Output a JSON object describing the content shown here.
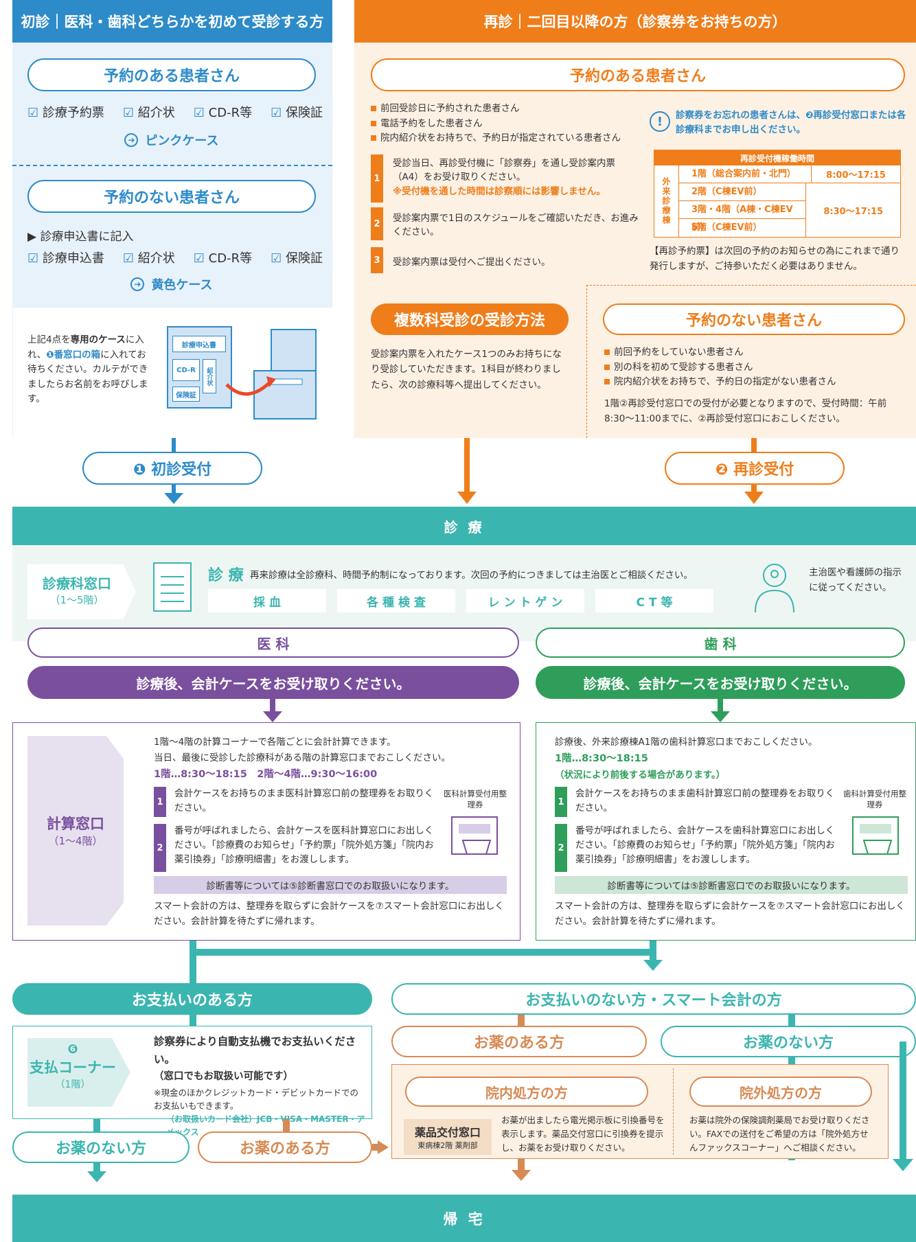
{
  "colors": {
    "blue": "#2d8bc9",
    "orange": "#ef7d1a",
    "teal": "#3bb5b0",
    "purple": "#7a4f9e",
    "green": "#2e9e5a",
    "tan": "#d68a54"
  },
  "first": {
    "header": "初診｜医科・歯科どちらかを初めて受診する方",
    "reserved": {
      "title": "予約のある患者さん",
      "items": [
        "診療予約票",
        "紹介状",
        "CD-R等",
        "保険証"
      ],
      "case": "ピンクケース"
    },
    "unreserved": {
      "title": "予約のない患者さん",
      "note": "▶ 診療申込書に記入",
      "items": [
        "診療申込書",
        "紹介状",
        "CD-R等",
        "保険証"
      ],
      "case": "黄色ケース"
    },
    "instr_pre": "上記4点を",
    "instr_b1": "専用のケース",
    "instr_mid": "に入れ、",
    "instr_b2": "❶番窓口の箱",
    "instr_post": "に入れてお待ちください。カルテができましたらお名前をお呼びします。",
    "illus": {
      "l1": "診療申込書",
      "l2": "CD-R",
      "l3": "紹介状",
      "l4": "保険証"
    },
    "gate": "❶ 初診受付"
  },
  "second": {
    "header": "再診｜二回目以降の方（診察券をお持ちの方）",
    "reserved": {
      "title": "予約のある患者さん",
      "bullets": [
        "前回受診日に予約された患者さん",
        "電話予約をした患者さん",
        "院内紹介状をお持ちで、予約日が指定されている患者さん"
      ],
      "steps": [
        {
          "n": "1",
          "t": "受診当日、再診受付機に「診察券」を通し受診案内票（A4）をお受け取りください。",
          "red": "※受付機を通した時間は診察順には影響しません。"
        },
        {
          "n": "2",
          "t": "受診案内票で1日のスケジュールをご確認いただき、お進みください。",
          "red": ""
        },
        {
          "n": "3",
          "t": "受診案内票は受付へご提出ください。",
          "red": ""
        }
      ],
      "notice": "診察券をお忘れの患者さんは、❷再診受付窓口または各診療科までお申し出ください。",
      "table": {
        "title": "再診受付機稼働時間",
        "side": "外来診療棟",
        "rows": [
          "1階（総合案内前・北門）",
          "2階（C棟EV前）",
          "3階・4階（A棟・C棟EV前）",
          "5階（C棟EV前）"
        ],
        "t1": "8:00〜17:15",
        "t2": "8:30〜17:15"
      },
      "ticket": "【再診予約票】は次回の予約のお知らせの為にこれまで通り発行しますが、ご持参いただく必要はありません。"
    },
    "multi": {
      "title": "複数科受診の受診方法",
      "text": "受診案内票を入れたケース1つのみお持ちになり受診していただきます。1科目が終わりましたら、次の診療科等へ提出してください。"
    },
    "unreserved": {
      "title": "予約のない患者さん",
      "bullets": [
        "前回予約をしていない患者さん",
        "別の科を初めて受診する患者さん",
        "院内紹介状をお持ちで、予約日の指定がない患者さん"
      ],
      "text": "1階②再診受付窓口での受付が必要となりますので、受付時間：午前8:30〜11:00までに、②再診受付窓口におこしください。"
    },
    "gate": "❷ 再診受付"
  },
  "exam": {
    "bar": "診 療",
    "window": "診療科窓口",
    "window_sub": "（1〜5階）",
    "label": "診 療",
    "desc": "再来診療は全診療科、時間予約制になっております。次回の予約につきましては主治医とご相談ください。",
    "chips": [
      "採 血",
      "各 種 検 査",
      "レ ン ト ゲ ン",
      "C T 等"
    ],
    "staff": "主治医や看護師の指示に従ってください。"
  },
  "medical": {
    "title": "医 科",
    "banner": "診療後、会計ケースをお受け取りください。"
  },
  "dental": {
    "title": "歯 科",
    "banner": "診療後、会計ケースをお受け取りください。"
  },
  "calc": {
    "window": "計算窓口",
    "window_sub": "（1〜4階）",
    "l1": "1階〜4階の計算コーナーで各階ごとに会計計算できます。",
    "l2": "当日、最後に受診した診療科がある階の計算窓口までおこしください。",
    "hours": "1階…8:30〜18:15　2階〜4階…9:30〜16:00",
    "s1": "会計ケースをお持ちのまま医科計算窓口前の整理券をお取りください。",
    "s2": "番号が呼ばれましたら、会計ケースを医科計算窓口にお出しください。「診療費のお知らせ」「予約票」「院外処方箋」「院内お薬引換券」「診療明細書」をお渡しします。",
    "ticket": "医科計算受付用整理券",
    "diag": "診断書等については⑤診断書窓口でのお取扱いになります。",
    "smart": "スマート会計の方は、整理券を取らずに会計ケースを⑦スマート会計窓口にお出しください。会計計算を待たずに帰れます。"
  },
  "dcalc": {
    "l1": "診療後、外来診療棟A1階の歯科計算窓口までおこしください。",
    "hours": "1階…8:30〜18:15",
    "note": "（状況により前後する場合があります。）",
    "s1": "会計ケースをお持ちのまま歯科計算窓口前の整理券をお取りください。",
    "s2": "番号が呼ばれましたら、会計ケースを歯科計算窓口にお出しください。「診療費のお知らせ」「予約票」「院外処方箋」「院内お薬引換券」「診療明細書」をお渡しします。",
    "ticket": "歯科計算受付用整理券",
    "diag": "診断書等については⑤診断書窓口でのお取扱いになります。",
    "smart": "スマート会計の方は、整理券を取らずに会計ケースを⑦スマート会計窓口にお出しください。会計計算を待たずに帰れます。"
  },
  "pay": {
    "title": "お支払いのある方",
    "num": "❻",
    "window": "支払コーナー",
    "window_sub": "（1階）",
    "t1": "診察券により自動支払機でお支払いください。",
    "t2": "（窓口でもお取扱い可能です）",
    "t3": "※現金のほかクレジットカード・デビットカードでのお支払いもできます。",
    "t4": "（お取扱いカード会社）JCB・VISA・MASTER・アメックス",
    "nomed": "お薬のない方",
    "med": "お薬のある方"
  },
  "nopay": {
    "title": "お支払いのない方・スマート会計の方",
    "med": "お薬のある方",
    "nomed": "お薬のない方",
    "inhouse": "院内処方の方",
    "outside": "院外処方の方",
    "window": "薬品交付窓口",
    "window_sub": "東病棟2階 薬剤部",
    "intext": "お薬が出ましたら電光掲示板に引換番号を表示します。薬品交付窓口に引換券を提示し、お薬をお受け取りください。",
    "outtext": "お薬は院外の保険調剤薬局でお受け取りください。FAXでの送付をご希望の方は「院外処方せんファックスコーナー」へご相談ください。"
  },
  "home": "帰 宅"
}
